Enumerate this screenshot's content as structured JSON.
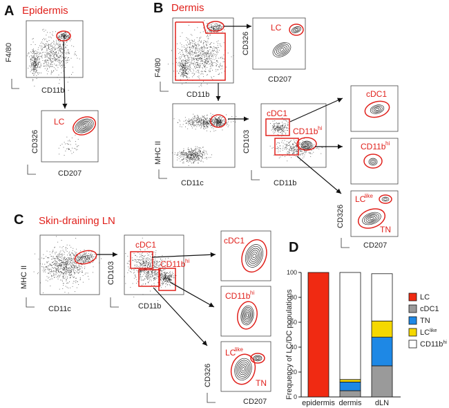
{
  "panels": {
    "a": {
      "letter": "A",
      "title": "Epidermis"
    },
    "b": {
      "letter": "B",
      "title": "Dermis"
    },
    "c": {
      "letter": "C",
      "title": "Skin-draining LN"
    },
    "d": {
      "letter": "D"
    }
  },
  "axis_labels": {
    "f480": "F4/80",
    "cd11b": "CD11b",
    "cd326": "CD326",
    "cd207": "CD207",
    "mhcii": "MHC II",
    "cd11c": "CD11c",
    "cd103": "CD103"
  },
  "gate_labels": {
    "lc": "LC",
    "cdc1": "cDC1",
    "cd11b_base": "CD11b",
    "cd11b_sup": "hi",
    "lc_base": "LC",
    "lc_sup": "like",
    "tn": "TN"
  },
  "chart_data": {
    "type": "bar",
    "stacked": true,
    "categories": [
      "epidermis",
      "dermis",
      "dLN"
    ],
    "ylabel": "Frequency of LC/DC populations",
    "ylim": [
      0,
      100
    ],
    "yticks": [
      0,
      20,
      40,
      60,
      80,
      100
    ],
    "legend_position": "right",
    "series": [
      {
        "name": "LC",
        "base": "LC",
        "sup": "",
        "color": "#f02a12",
        "values": [
          100,
          0,
          0
        ]
      },
      {
        "name": "cDC1",
        "base": "cDC1",
        "sup": "",
        "color": "#9a9a9a",
        "values": [
          0,
          5,
          25
        ]
      },
      {
        "name": "TN",
        "base": "TN",
        "sup": "",
        "color": "#1e88e5",
        "values": [
          0,
          7,
          23
        ]
      },
      {
        "name": "LClike",
        "base": "LC",
        "sup": "like",
        "color": "#f5d800",
        "values": [
          0,
          2,
          13
        ]
      },
      {
        "name": "CD11bhi",
        "base": "CD11b",
        "sup": "hi",
        "color": "#ffffff",
        "values": [
          0,
          86,
          38
        ]
      }
    ]
  }
}
